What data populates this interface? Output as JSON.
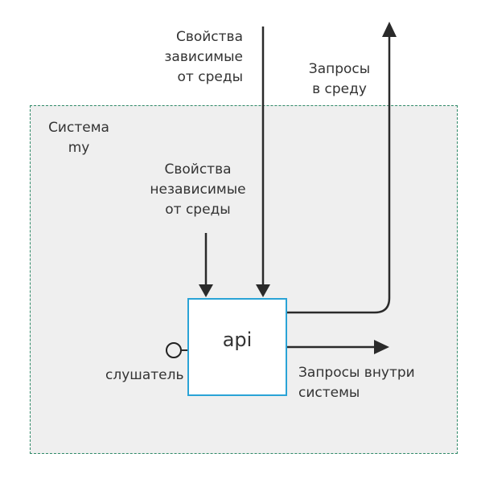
{
  "system": {
    "title": "Система\nmy"
  },
  "api": {
    "label": "api"
  },
  "labels": {
    "env_dependent_props": "Свойства\nзависимые\nот среды",
    "env_requests": "Запросы\nв среду",
    "env_independent_props": "Свойства\nнезависимые\nот среды",
    "internal_requests": "Запросы внутри\nсистемы",
    "listener": "слушатель"
  },
  "colors": {
    "system_border": "#2f8a68",
    "system_fill": "#efefef",
    "api_border": "#2aa3d6",
    "arrow": "#2a2a2a"
  }
}
